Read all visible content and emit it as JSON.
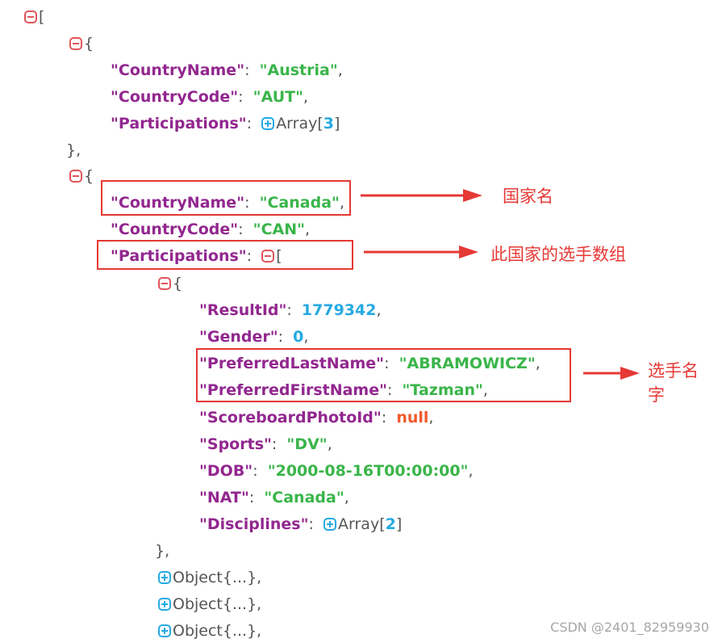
{
  "json_tree": {
    "open_bracket": "[",
    "open_brace": "{",
    "close_brace_comma": "},",
    "colon": ":",
    "comma": ",",
    "country1": {
      "name_key": "\"CountryName\"",
      "name_val": "\"Austria\"",
      "code_key": "\"CountryCode\"",
      "code_val": "\"AUT\"",
      "part_key": "\"Participations\"",
      "part_label": "Array",
      "part_open": "[",
      "part_count": "3",
      "part_close": "]"
    },
    "country2": {
      "name_key": "\"CountryName\"",
      "name_val": "\"Canada\"",
      "code_key": "\"CountryCode\"",
      "code_val": "\"CAN\"",
      "part_key": "\"Participations\"",
      "part_open": "["
    },
    "participant": {
      "result_id_key": "\"ResultId\"",
      "result_id_val": "1779342",
      "gender_key": "\"Gender\"",
      "gender_val": "0",
      "last_name_key": "\"PreferredLastName\"",
      "last_name_val": "\"ABRAMOWICZ\"",
      "first_name_key": "\"PreferredFirstName\"",
      "first_name_val": "\"Tazman\"",
      "photo_key": "\"ScoreboardPhotoId\"",
      "photo_val": "null",
      "sports_key": "\"Sports\"",
      "sports_val": "\"DV\"",
      "dob_key": "\"DOB\"",
      "dob_val": "\"2000-08-16T00:00:00\"",
      "nat_key": "\"NAT\"",
      "nat_val": "\"Canada\"",
      "disc_key": "\"Disciplines\"",
      "disc_label": "Array",
      "disc_open": "[",
      "disc_count": "2",
      "disc_close": "]"
    },
    "collapsed_object": "Object{...},"
  },
  "annotations": {
    "country_name": "国家名",
    "participants_array": "此国家的选手数组",
    "athlete_name_line1": "选手名",
    "athlete_name_line2": "字"
  },
  "watermark": "CSDN @2401_82959930",
  "colors": {
    "key": "#92278f",
    "string": "#3ab54a",
    "number": "#25aae1",
    "null": "#f1592a",
    "collapse_toggle": "#e0555b",
    "expand_toggle": "#25aae1",
    "annotation": "#e53935"
  },
  "icons": {
    "collapse": "minus-square-icon",
    "expand": "plus-square-icon"
  }
}
